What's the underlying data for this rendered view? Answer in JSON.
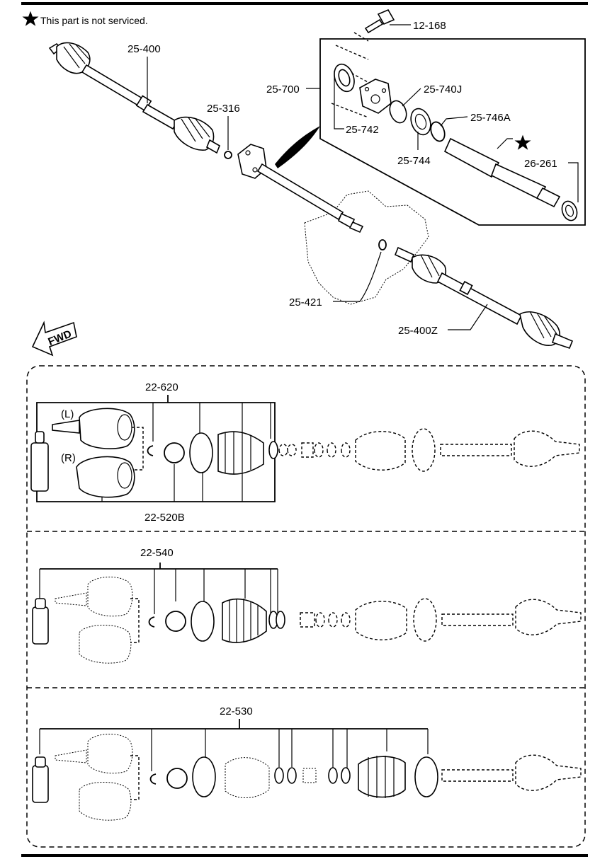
{
  "note": {
    "text": "This part is not serviced."
  },
  "callouts": {
    "c12_168": "12-168",
    "c25_400": "25-400",
    "c25_700": "25-700",
    "c25_740J": "25-740J",
    "c25_316": "25-316",
    "c25_742": "25-742",
    "c25_746A": "25-746A",
    "c25_744": "25-744",
    "c26_261": "26-261",
    "c25_421": "25-421",
    "c25_400Z": "25-400Z",
    "c22_620": "22-620",
    "c22_520B": "22-520B",
    "c22_540": "22-540",
    "c22_530": "22-530"
  },
  "joint_labels": {
    "left": "(L)",
    "right": "(R)"
  },
  "fwd": "FWD",
  "icons": {
    "star": "star-icon",
    "fwd_arrow": "fwd-arrow-icon"
  }
}
